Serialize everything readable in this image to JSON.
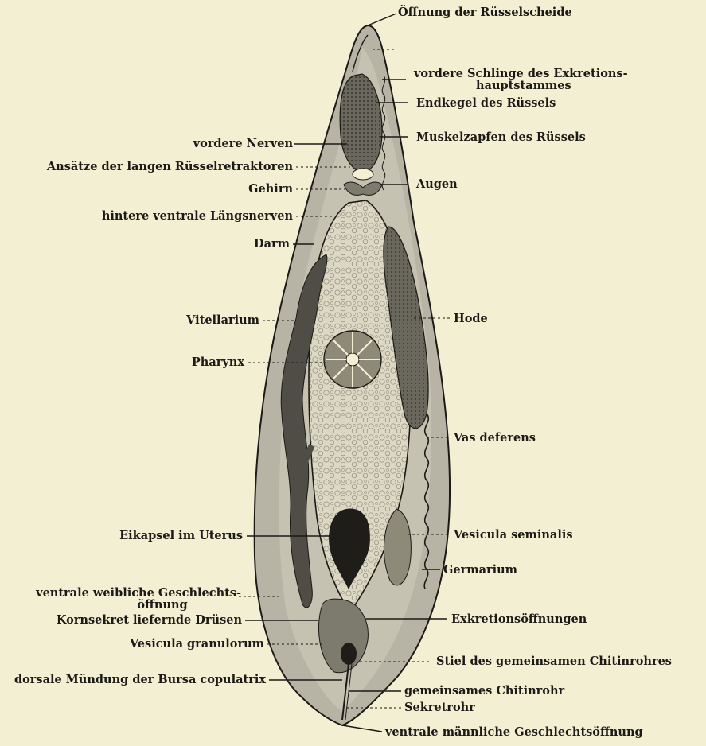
{
  "labels": {
    "oeffnung_ruesselscheide": "Öffnung der Rüsselscheide",
    "vordere_schlinge_1": "vordere Schlinge des Exkretions-",
    "vordere_schlinge_2": "hauptstammes",
    "endkegel": "Endkegel des Rüssels",
    "vordere_nerven": "vordere Nerven",
    "muskelzapfen": "Muskelzapfen des Rüssels",
    "ansaetze": "Ansätze der langen Rüsselretraktoren",
    "gehirn": "Gehirn",
    "augen": "Augen",
    "hintere_laengsnerven": "hintere ventrale Längsnerven",
    "darm": "Darm",
    "vitellarium": "Vitellarium",
    "hode": "Hode",
    "pharynx": "Pharynx",
    "vas_deferens": "Vas deferens",
    "eikapsel": "Eikapsel im Uterus",
    "vesicula_seminalis": "Vesicula seminalis",
    "germarium": "Germarium",
    "ventrale_weibliche_1": "ventrale weibliche Geschlechts-",
    "ventrale_weibliche_2": "öffnung",
    "kornsekret": "Kornsekret liefernde Drüsen",
    "exkretionsoeffnungen": "Exkretionsöffnungen",
    "vesicula_granulorum": "Vesicula granulorum",
    "stiel": "Stiel des gemeinsamen Chitinrohres",
    "dorsale_muendung": "dorsale Mündung der Bursa copulatrix",
    "gemeinsames_chitinrohr": "gemeinsames Chitinrohr",
    "sekretrohr": "Sekretrohr",
    "ventrale_maennliche": "ventrale männliche Geschlechtsöffnung"
  },
  "colors": {
    "paper": "#f3efd3",
    "body_fill": "#b7b4a6",
    "gut_fill": "#dcd8c4",
    "dark_organ": "#4f4d46",
    "ink": "#1b1a16"
  }
}
